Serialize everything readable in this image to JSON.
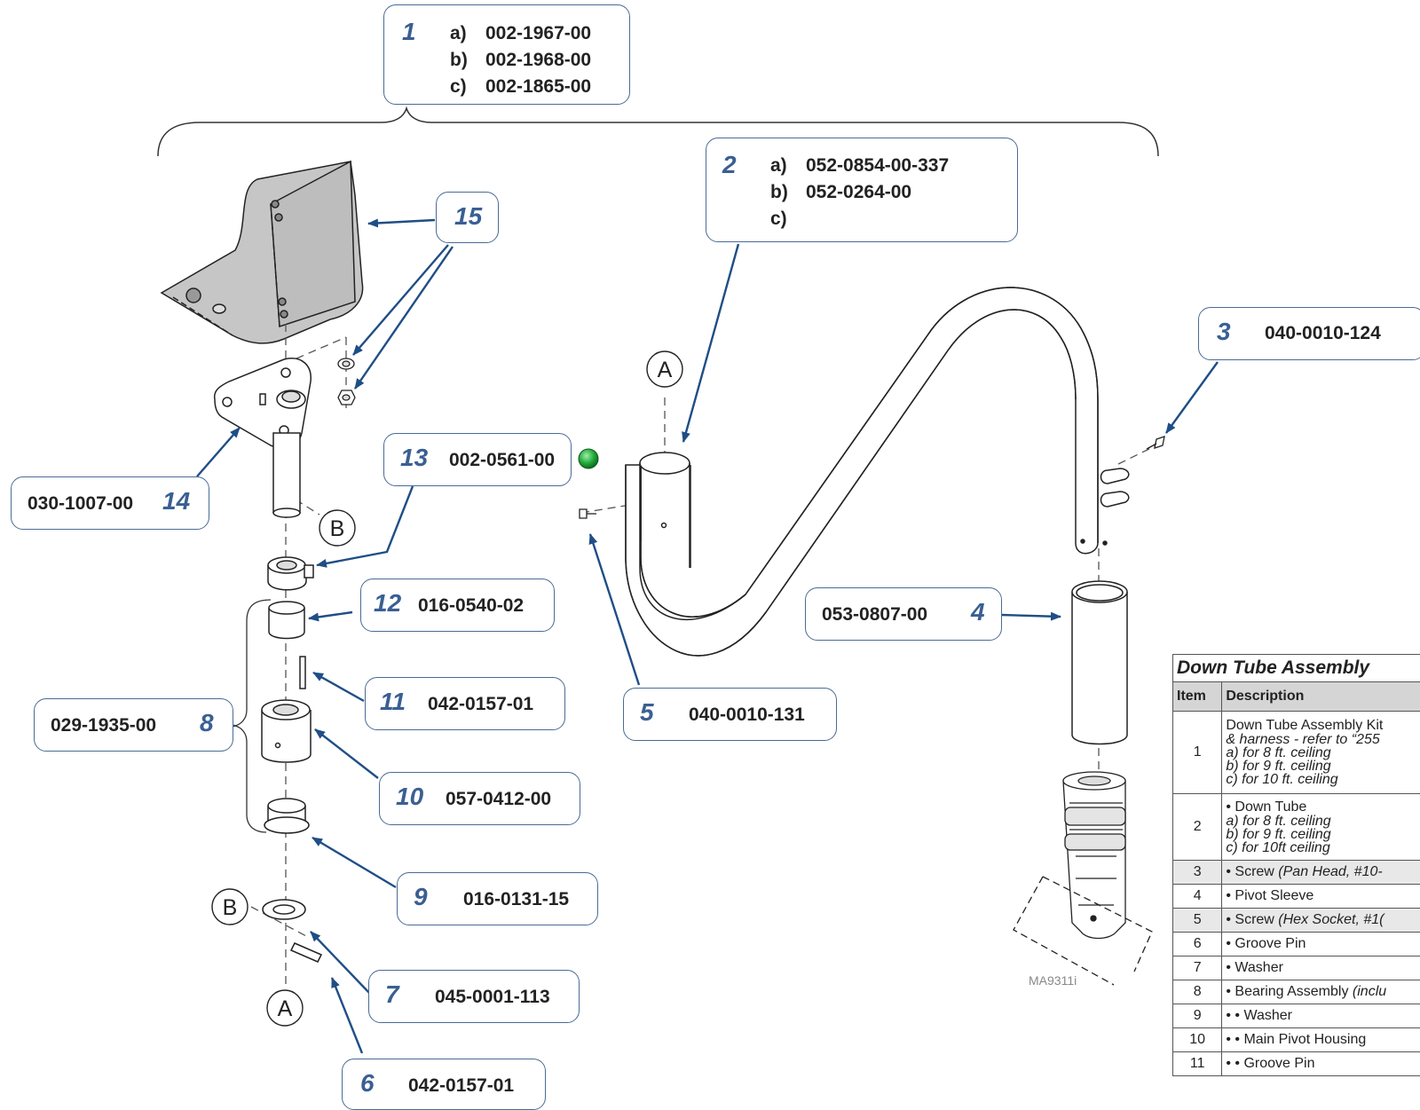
{
  "callouts": {
    "c1": {
      "num": "1",
      "letters": [
        "a)",
        "b)",
        "c)"
      ],
      "parts": [
        "002-1967-00",
        "002-1968-00",
        "002-1865-00"
      ]
    },
    "c2": {
      "num": "2",
      "letters": [
        "a)",
        "b)",
        "c)"
      ],
      "parts": [
        "052-0854-00-337",
        "052-0264-00",
        ""
      ]
    },
    "c3": {
      "num": "3",
      "part": "040-0010-124"
    },
    "c4": {
      "num": "4",
      "part": "053-0807-00"
    },
    "c5": {
      "num": "5",
      "part": "040-0010-131"
    },
    "c6": {
      "num": "6",
      "part": "042-0157-01"
    },
    "c7": {
      "num": "7",
      "part": "045-0001-113"
    },
    "c8": {
      "num": "8",
      "part": "029-1935-00"
    },
    "c9": {
      "num": "9",
      "part": "016-0131-15"
    },
    "c10": {
      "num": "10",
      "part": "057-0412-00"
    },
    "c11": {
      "num": "11",
      "part": "042-0157-01"
    },
    "c12": {
      "num": "12",
      "part": "016-0540-02"
    },
    "c13": {
      "num": "13",
      "part": "002-0561-00"
    },
    "c14": {
      "num": "14",
      "part": "030-1007-00"
    },
    "c15": {
      "num": "15"
    }
  },
  "markers": {
    "a_top": "A",
    "a_bottom": "B",
    "b_right": "B",
    "a_lower": "A"
  },
  "watermark": "MA9311i",
  "colors": {
    "callout_border": "#4a6b95",
    "callout_number": "#3a5f93",
    "leader_arrow": "#1f4e86",
    "green_dot": "#22a83a"
  },
  "table": {
    "title": "Down Tube Assembly",
    "headers": [
      "Item",
      "Description"
    ],
    "rows": [
      {
        "item": "1",
        "lines": [
          "Down Tube Assembly Kit",
          "& harness - refer to “255",
          "a)  for 8 ft. ceiling",
          "b)  for 9 ft. ceiling",
          "c)  for 10 ft. ceiling"
        ]
      },
      {
        "item": "2",
        "lines": [
          "• Down Tube",
          "a)  for 8 ft. ceiling",
          "b)  for 9 ft. ceiling",
          "c) for 10ft ceiling"
        ]
      },
      {
        "item": "3",
        "main": "• Screw",
        "note": "(Pan Head, #10-"
      },
      {
        "item": "4",
        "main": "• Pivot Sleeve",
        "note": ""
      },
      {
        "item": "5",
        "main": "• Screw",
        "note": "(Hex Socket, #1("
      },
      {
        "item": "6",
        "main": "• Groove Pin",
        "note": ""
      },
      {
        "item": "7",
        "main": "• Washer",
        "note": ""
      },
      {
        "item": "8",
        "main": "• Bearing Assembly",
        "note": "(inclu"
      },
      {
        "item": "9",
        "main": "• • Washer",
        "note": ""
      },
      {
        "item": "10",
        "main": "• • Main Pivot Housing",
        "note": ""
      },
      {
        "item": "11",
        "main": "• • Groove Pin",
        "note": ""
      }
    ]
  }
}
